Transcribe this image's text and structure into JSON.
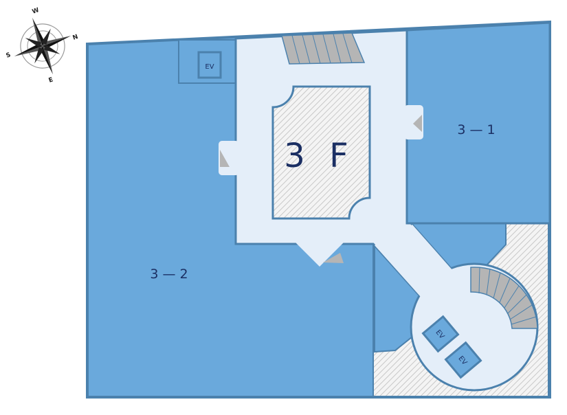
{
  "floor_label": "3 F",
  "rooms": [
    {
      "id": "3-1",
      "label": "3 — 1"
    },
    {
      "id": "3-2",
      "label": "3 — 2"
    }
  ],
  "elevators": [
    "EV",
    "EV",
    "EV"
  ],
  "compass": {
    "n": "N",
    "s": "S",
    "e": "E",
    "w": "W",
    "icon": "compass-rose-icon"
  },
  "colors": {
    "room": "#6aa9dc",
    "wall": "#4b81ad",
    "corridor": "#e4eef9",
    "stairs": "#b5b5b5",
    "text": "#1b2f63"
  }
}
